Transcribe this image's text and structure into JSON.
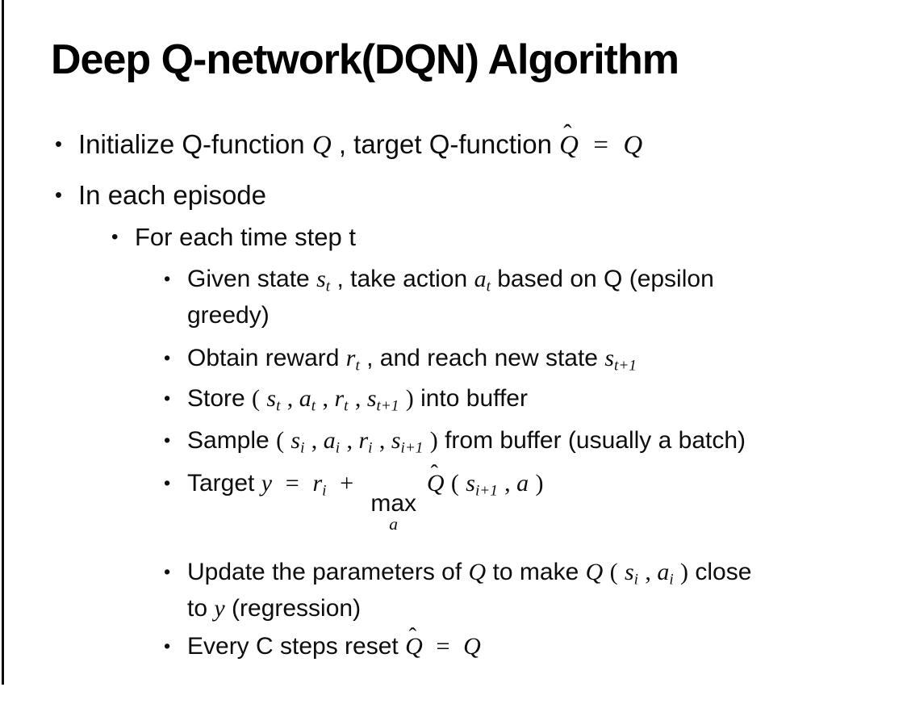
{
  "slide": {
    "title": "Deep Q-network(DQN) Algorithm",
    "bullet_char": "•",
    "hat_mark": "ˆ",
    "lines": {
      "l1a": {
        "t1": "Initialize Q-function ",
        "m1": "Q",
        "t2": ", target Q-function ",
        "m2": "Q",
        "eq": "=",
        "m3": "Q"
      },
      "l1b": {
        "t1": "In each episode"
      },
      "l2a": {
        "t1": "For each time step t"
      },
      "l3a": {
        "t1": "Given state ",
        "m1": "s",
        "s1": "t",
        "t2": ", take action ",
        "m2": "a",
        "s2": "t",
        "t3": " based on Q (epsilon",
        "cont": "greedy)"
      },
      "l3b": {
        "t1": "Obtain reward ",
        "m1": "r",
        "s1": "t",
        "t2": ", and reach new state ",
        "m2": "s",
        "s2": "t+1"
      },
      "l3c": {
        "t1": "Store ",
        "lp": "(",
        "m1": "s",
        "s1": "t",
        "c1": ", ",
        "m2": "a",
        "s2": "t",
        "c2": ", ",
        "m3": "r",
        "s3": "t",
        "c3": ", ",
        "m4": "s",
        "s4": "t+1",
        "rp": ")",
        "t2": " into buffer"
      },
      "l3d": {
        "t1": "Sample ",
        "lp": "(",
        "m1": "s",
        "s1": "i",
        "c1": ", ",
        "m2": "a",
        "s2": "i",
        "c2": ", ",
        "m3": "r",
        "s3": "i",
        "c3": ", ",
        "m4": "s",
        "s4": "i+1",
        "rp": ")",
        "t2": " from buffer (usually a batch)"
      },
      "l3e": {
        "t1": "Target ",
        "m1": "y",
        "eq": "=",
        "m2": "r",
        "s2": "i",
        "plus": "+",
        "max": "max",
        "maxsub": "a",
        "m3": "Q",
        "lp": "(",
        "m4": "s",
        "s4": "i+1",
        "c1": ", ",
        "m5": "a",
        "rp": ")"
      },
      "l3f": {
        "t1": "Update the parameters of ",
        "m1": "Q",
        "t2": " to make ",
        "m2": "Q",
        "lp": "(",
        "m3": "s",
        "s3": "i",
        "c1": ", ",
        "m4": "a",
        "s4": "i",
        "rp": ")",
        "t3": " close",
        "cont1": "to ",
        "m5": "y",
        "cont2": " (regression)"
      },
      "l3g": {
        "t1": "Every C steps reset ",
        "m1": "Q",
        "eq": "=",
        "m2": "Q"
      }
    }
  }
}
